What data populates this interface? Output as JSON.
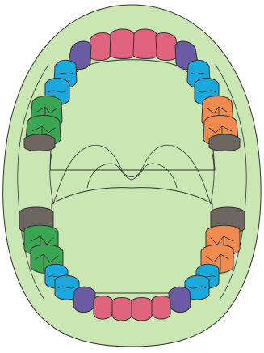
{
  "diagram": {
    "subject": "dental-arch",
    "colors": {
      "background": "#ffffff",
      "gum": "#c9e6b3",
      "palate": "#ffffff",
      "outline": "#333333",
      "incisor": "#e0647e",
      "canine": "#6b5ba4",
      "first-premolar-group": "#1ba8dc",
      "molar-left": "#3aa652",
      "molar-right": "#f08a4e",
      "wisdom": "#6e6660"
    },
    "teeth": {
      "upper": [
        {
          "name": "upper-central-incisor-left",
          "type": "incisor"
        },
        {
          "name": "upper-central-incisor-right",
          "type": "incisor"
        },
        {
          "name": "upper-lateral-incisor-left",
          "type": "incisor"
        },
        {
          "name": "upper-lateral-incisor-right",
          "type": "incisor"
        },
        {
          "name": "upper-canine-left",
          "type": "canine"
        },
        {
          "name": "upper-canine-right",
          "type": "canine"
        },
        {
          "name": "upper-premolar-1-left",
          "type": "first-premolar-group"
        },
        {
          "name": "upper-premolar-2-left",
          "type": "first-premolar-group"
        },
        {
          "name": "upper-premolar-1-right",
          "type": "first-premolar-group"
        },
        {
          "name": "upper-premolar-2-right",
          "type": "first-premolar-group"
        },
        {
          "name": "upper-molar-1-left",
          "type": "molar-left"
        },
        {
          "name": "upper-molar-2-left",
          "type": "molar-left"
        },
        {
          "name": "upper-molar-1-right",
          "type": "molar-right"
        },
        {
          "name": "upper-molar-2-right",
          "type": "molar-right"
        },
        {
          "name": "upper-molar-3-left",
          "type": "wisdom"
        },
        {
          "name": "upper-molar-3-right",
          "type": "wisdom"
        }
      ],
      "lower": [
        {
          "name": "lower-incisor-1",
          "type": "incisor"
        },
        {
          "name": "lower-incisor-2",
          "type": "incisor"
        },
        {
          "name": "lower-incisor-3",
          "type": "incisor"
        },
        {
          "name": "lower-incisor-4",
          "type": "incisor"
        },
        {
          "name": "lower-canine-left",
          "type": "canine"
        },
        {
          "name": "lower-canine-right",
          "type": "canine"
        },
        {
          "name": "lower-premolar-1-left",
          "type": "first-premolar-group"
        },
        {
          "name": "lower-premolar-2-left",
          "type": "first-premolar-group"
        },
        {
          "name": "lower-premolar-1-right",
          "type": "first-premolar-group"
        },
        {
          "name": "lower-premolar-2-right",
          "type": "first-premolar-group"
        },
        {
          "name": "lower-molar-1-left",
          "type": "molar-left"
        },
        {
          "name": "lower-molar-2-left",
          "type": "molar-left"
        },
        {
          "name": "lower-molar-1-right",
          "type": "molar-right"
        },
        {
          "name": "lower-molar-2-right",
          "type": "molar-right"
        },
        {
          "name": "lower-molar-3-left",
          "type": "wisdom"
        },
        {
          "name": "lower-molar-3-right",
          "type": "wisdom"
        }
      ]
    }
  }
}
